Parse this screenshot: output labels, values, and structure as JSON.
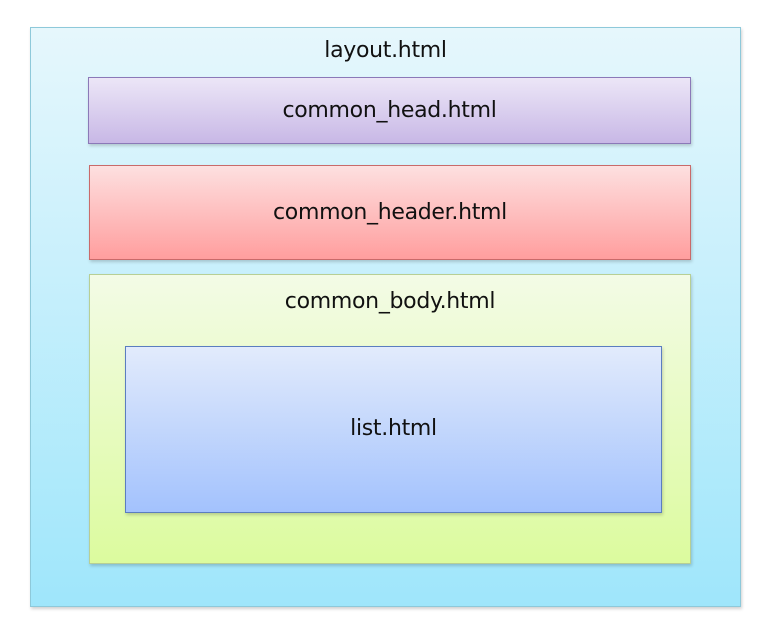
{
  "diagram": {
    "layout": {
      "label": "layout.html",
      "color_top": "#e6f7fc",
      "color_bottom": "#9fe6fb"
    },
    "head": {
      "label": "common_head.html",
      "color_top": "#ece6f7",
      "color_bottom": "#c8b8e6"
    },
    "header": {
      "label": "common_header.html",
      "color_top": "#fde0e0",
      "color_bottom": "#ff9e9e"
    },
    "body": {
      "label": "common_body.html",
      "color_top": "#f3fbe6",
      "color_bottom": "#dcfb9e"
    },
    "list": {
      "label": "list.html",
      "color_top": "#e2ebfc",
      "color_bottom": "#a3c2fd"
    }
  }
}
